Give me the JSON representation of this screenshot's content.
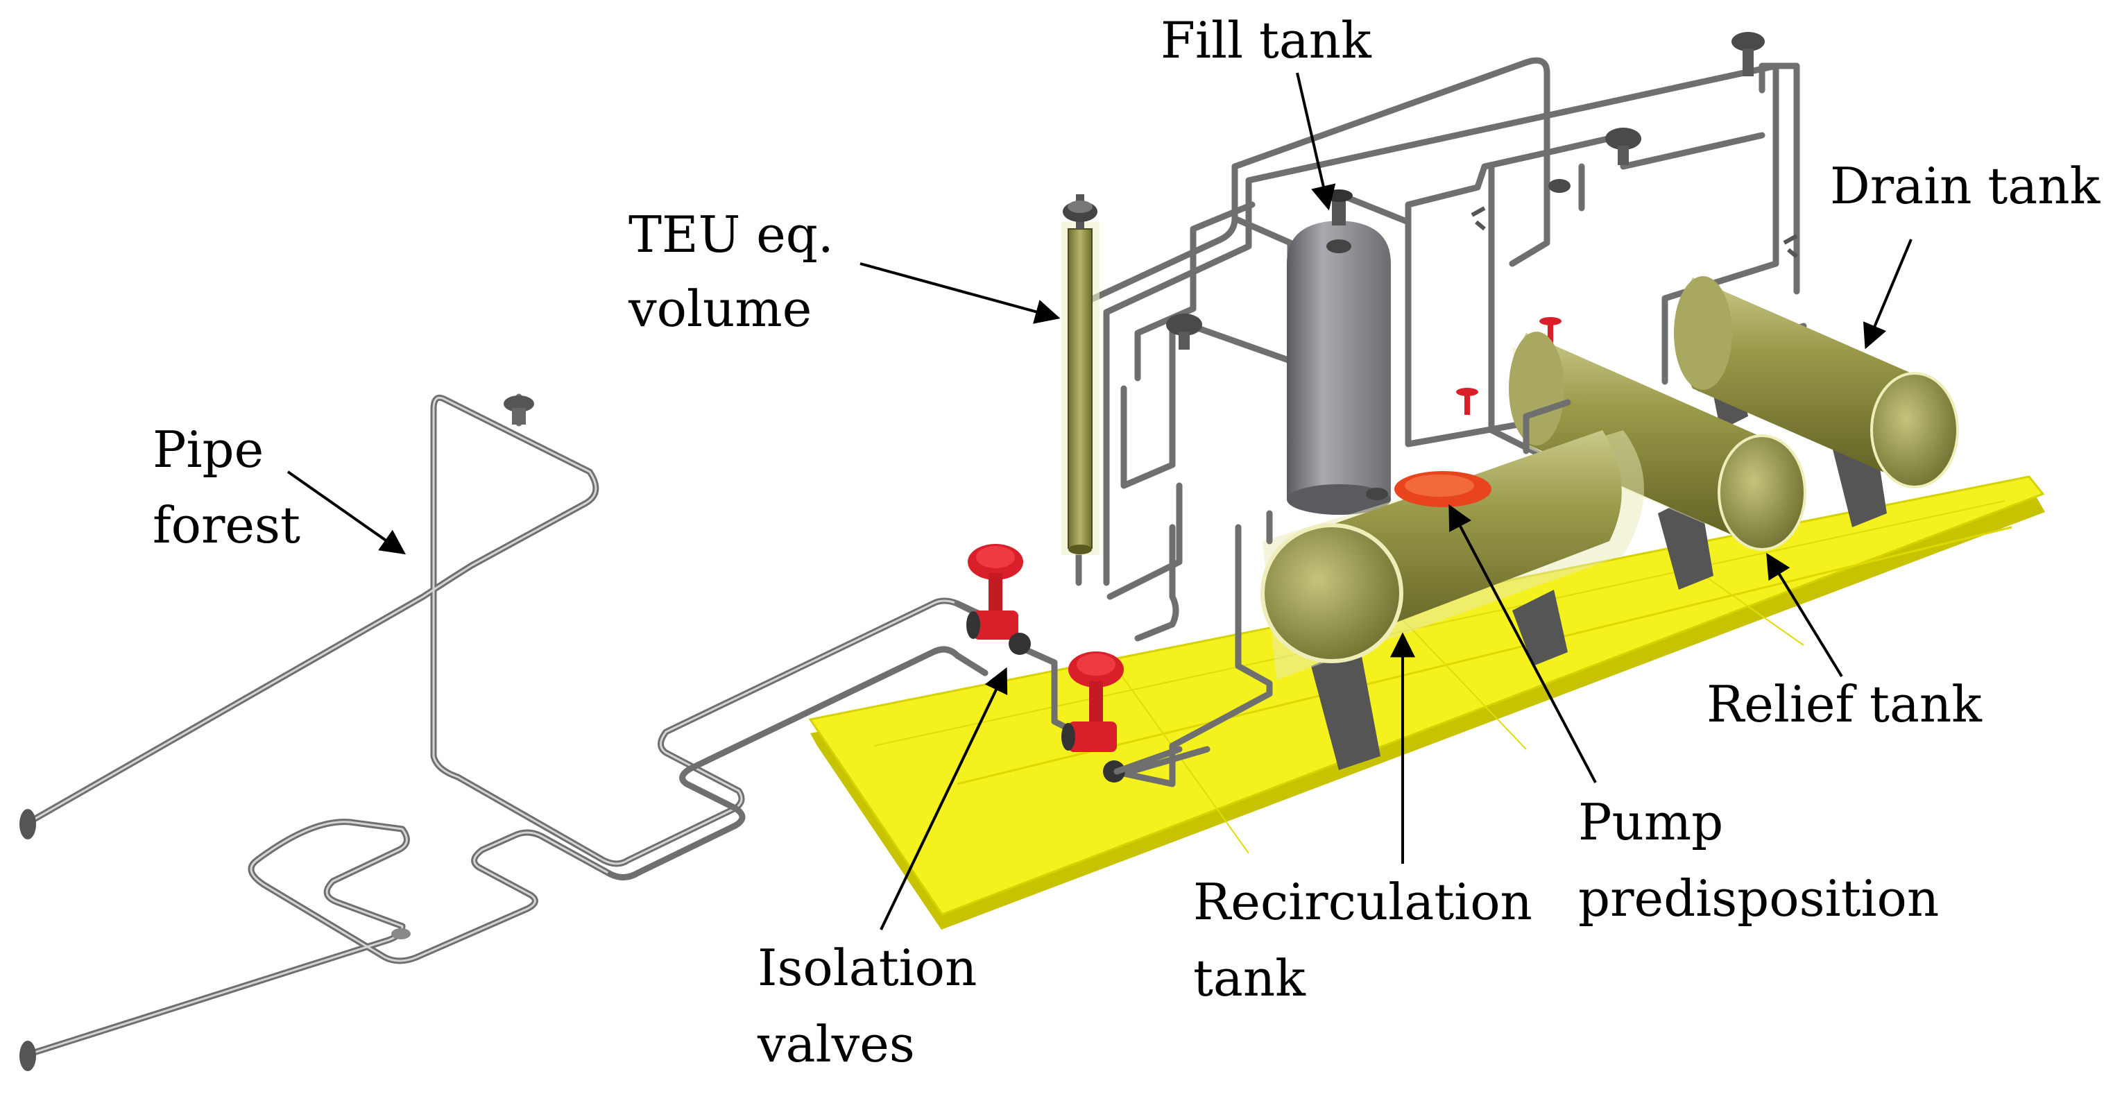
{
  "labels": {
    "fill_tank": "Fill tank",
    "drain_tank": "Drain tank",
    "teu_line1": "TEU eq.",
    "teu_line2": "volume",
    "pipe_line1": "Pipe",
    "pipe_line2": "forest",
    "relief_tank": "Relief tank",
    "pump_line1": "Pump",
    "pump_line2": "predisposition",
    "recirc_line1": "Recirculation",
    "recirc_line2": "tank",
    "isolation_line1": "Isolation",
    "isolation_line2": "valves"
  },
  "colors": {
    "skid": "#f2f01c",
    "skid_edge": "#c9c400",
    "tank_olive": "#8a8a3a",
    "fill_tank_grey": "#8d8e92",
    "valve_red": "#d9202a",
    "pipe": "#6f6f6f"
  }
}
